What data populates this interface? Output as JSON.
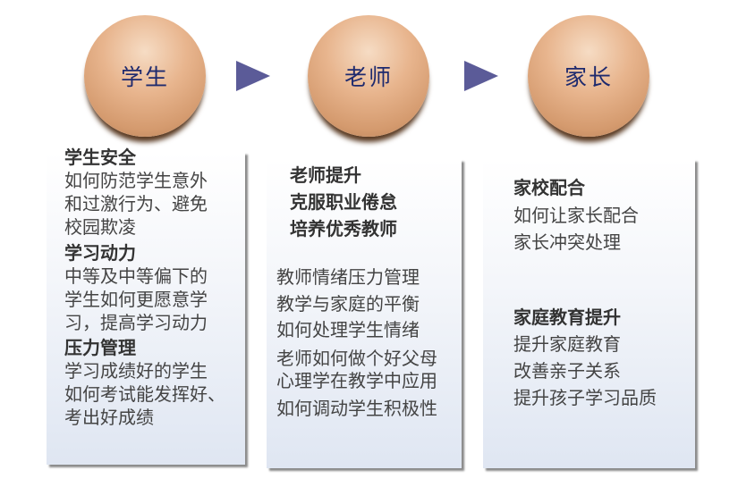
{
  "nodes": [
    {
      "label": "学生"
    },
    {
      "label": "老师"
    },
    {
      "label": "家长"
    }
  ],
  "arrow_color": "#5b5b98",
  "panels": {
    "student": {
      "sections": [
        {
          "title": "学生安全",
          "lines": [
            "如何防范学生意外",
            "和过激行为、避免",
            "校园欺凌"
          ]
        },
        {
          "title": "学习动力",
          "lines": [
            "中等及中等偏下的",
            "学生如何更愿意学",
            "习，提高学习动力"
          ]
        },
        {
          "title": "压力管理",
          "lines": [
            "学习成绩好的学生",
            "如何考试能发挥好、",
            "考出好成绩"
          ]
        }
      ]
    },
    "teacher": {
      "headings": [
        "老师提升",
        "克服职业倦怠",
        "培养优秀教师"
      ],
      "lines": [
        "教师情绪压力管理",
        "教学与家庭的平衡",
        "如何处理学生情绪",
        "老师如何做个好父母",
        "心理学在教学中应用",
        "如何调动学生积极性"
      ]
    },
    "parent": {
      "sections": [
        {
          "title": "家校配合",
          "lines": [
            "如何让家长配合",
            "家长冲突处理"
          ]
        },
        {
          "title": "家庭教育提升",
          "lines": [
            "提升家庭教育",
            "改善亲子关系",
            "提升孩子学习品质"
          ]
        }
      ]
    }
  }
}
